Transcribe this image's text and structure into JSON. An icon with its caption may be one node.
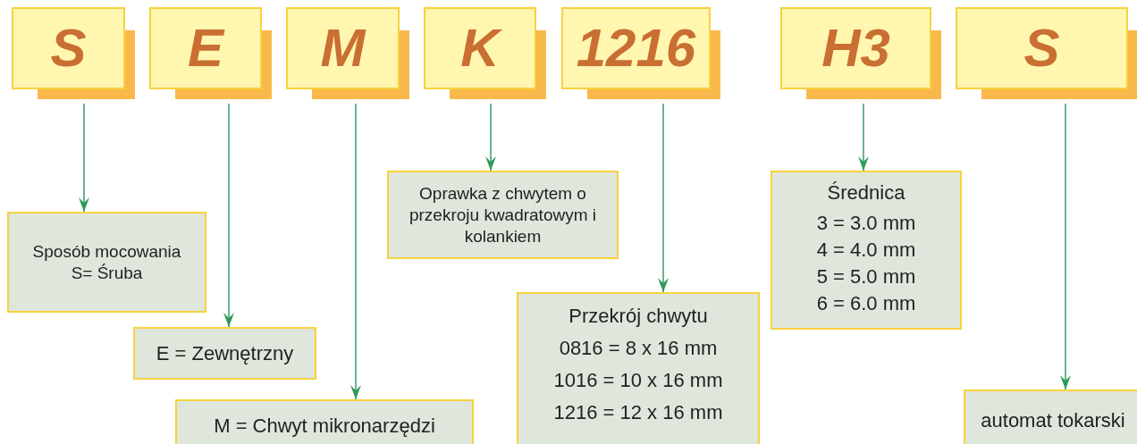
{
  "diagram": {
    "nodes": [
      {
        "text": [
          "S"
        ]
      },
      {
        "text": [
          "E"
        ]
      },
      {
        "text": [
          "M"
        ]
      },
      {
        "text": [
          "K"
        ]
      },
      {
        "text": [
          "1216"
        ]
      },
      {
        "text": [
          "H3"
        ]
      },
      {
        "text": [
          "S"
        ]
      },
      {
        "text": [
          "Sposób mocowania",
          "S= Śruba"
        ]
      },
      {
        "text": [
          "E = Zewnętrzny"
        ]
      },
      {
        "text": [
          "M = Chwyt mikronarzędzi"
        ]
      },
      {
        "text": [
          "Oprawka z chwytem o przekroju kwadratowym i kolankiem"
        ]
      },
      {
        "text": [
          "Przekrój chwytu",
          "0816 =  8 x 16 mm",
          "1016 = 10 x 16 mm",
          "1216 = 12 x 16 mm"
        ]
      },
      {
        "text": [
          "Średnica",
          "3 = 3.0 mm",
          "4 = 4.0 mm",
          "5 = 5.0 mm",
          "6 = 6.0 mm"
        ]
      },
      {
        "text": [
          "automat tokarski"
        ]
      }
    ],
    "edges": [
      {
        "from": 0,
        "to": 7,
        "arrow": "to"
      },
      {
        "from": 1,
        "to": 8,
        "arrow": "to"
      },
      {
        "from": 2,
        "to": 9,
        "arrow": "to"
      },
      {
        "from": 3,
        "to": 10,
        "arrow": "to"
      },
      {
        "from": 4,
        "to": 11,
        "arrow": "to"
      },
      {
        "from": 5,
        "to": 12,
        "arrow": "to"
      },
      {
        "from": 6,
        "to": 13,
        "arrow": "to"
      }
    ]
  }
}
